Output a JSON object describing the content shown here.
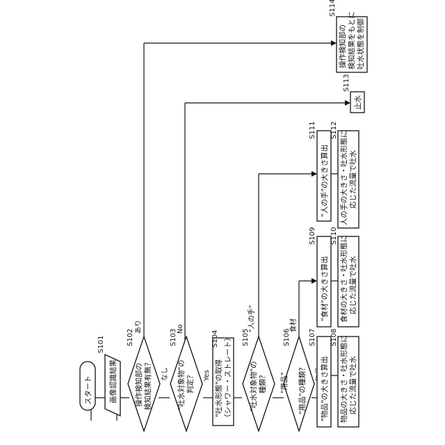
{
  "steps": {
    "start": "スタート",
    "s101": {
      "id": "S101",
      "line1": "画像認識結果"
    },
    "s102": {
      "id": "S102",
      "line1": "操作検知部の",
      "line2": "検知結果有無？"
    },
    "s103": {
      "id": "S103",
      "line1": "\"吐水対象物\"の",
      "line2": "判定？"
    },
    "s104": {
      "id": "S104",
      "line1": "\"吐水形態\"の取得",
      "line2": "（シャワー・ストレート）"
    },
    "s105": {
      "id": "S105",
      "line1": "\"吐水対象物\"の",
      "line2": "種類？"
    },
    "s106": {
      "id": "S106",
      "line1": "\"用品\"",
      "line2": "\"用品\"の種類？"
    },
    "s107": {
      "id": "S107",
      "line1": "\"物品\"の大きさ算出"
    },
    "s108": {
      "id": "S108",
      "line1": "物品の大きさ・吐水形態に",
      "line2": "応じた流量で吐水"
    },
    "s109": {
      "id": "S109",
      "line1": "\"食材\"の大きさ算出"
    },
    "s110": {
      "id": "S110",
      "line1": "食材の大きさ・吐水形態に",
      "line2": "応じた流量で吐水"
    },
    "s111": {
      "id": "S111",
      "line1": "\"人の手\"の大きさ算出"
    },
    "s112": {
      "id": "S112",
      "line1": "人の手の大きさ・吐水形態に",
      "line2": "応じた流量で吐水"
    },
    "s113": {
      "id": "S113",
      "line1": "止水"
    },
    "s114": {
      "id": "S114",
      "line1": "操作検知部の",
      "line2": "検知結果をもとに",
      "line3": "吐水状態を制御"
    }
  },
  "branches": {
    "ari": "あり",
    "nashi": "なし",
    "yes": "Yes",
    "no": "No",
    "hitonote": "\"人の手\"",
    "shokuzai": "食材",
    "buppin": "物品"
  }
}
